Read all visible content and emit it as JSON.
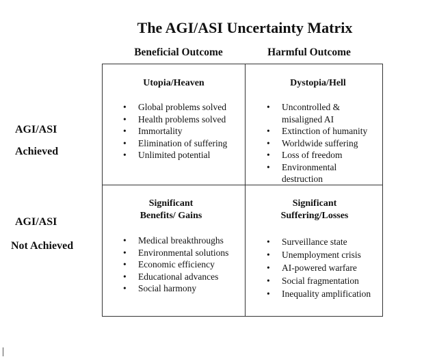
{
  "title": "The AGI/ASI Uncertainty Matrix",
  "columns": [
    "Beneficial Outcome",
    "Harmful Outcome"
  ],
  "rows": [
    {
      "line1": "AGI/ASI",
      "line2": "Achieved"
    },
    {
      "line1": "AGI/ASI",
      "line2": "Not Achieved"
    }
  ],
  "cells": {
    "top_left": {
      "header": "Utopia/Heaven",
      "items": [
        "Global problems solved",
        "Health problems solved",
        "Immortality",
        "Elimination of suffering",
        "Unlimited potential"
      ]
    },
    "top_right": {
      "header": "Dystopia/Hell",
      "items": [
        "Uncontrolled & misaligned AI",
        "Extinction of humanity",
        "Worldwide suffering",
        "Loss of freedom",
        "Environmental destruction"
      ]
    },
    "bottom_left": {
      "header_line1": "Significant",
      "header_line2": "Benefits/ Gains",
      "items": [
        "Medical breakthroughs",
        "Environmental solutions",
        "Economic efficiency",
        "Educational advances",
        "Social harmony"
      ]
    },
    "bottom_right": {
      "header_line1": "Significant",
      "header_line2": "Suffering/Losses",
      "items": [
        "Surveillance state",
        "Unemployment crisis",
        "AI-powered warfare",
        "Social fragmentation",
        "Inequality amplification"
      ]
    }
  }
}
